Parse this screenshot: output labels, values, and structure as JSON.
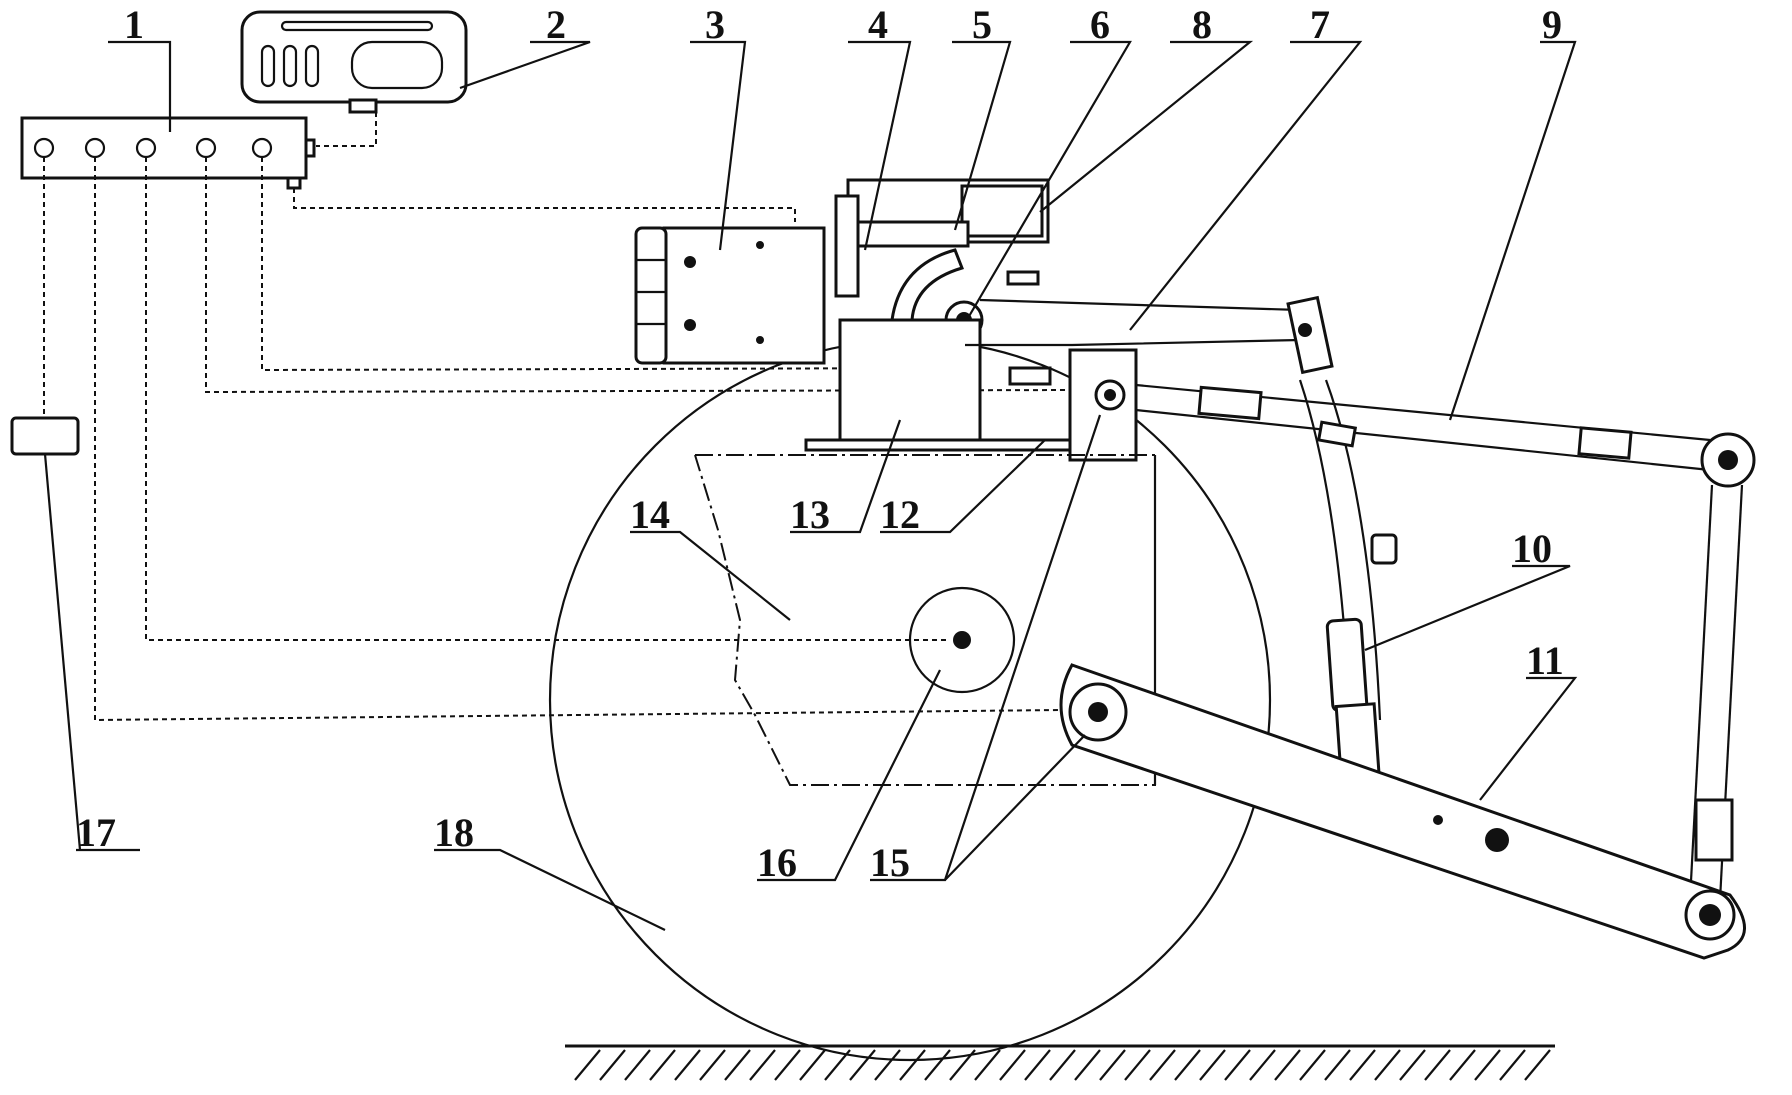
{
  "figure": {
    "background": "#ffffff",
    "ink": "#111111",
    "labels": {
      "l1": "1",
      "l2": "2",
      "l3": "3",
      "l4": "4",
      "l5": "5",
      "l6": "6",
      "l7": "7",
      "l8": "8",
      "l9": "9",
      "l10": "10",
      "l11": "11",
      "l12": "12",
      "l13": "13",
      "l14": "14",
      "l15": "15",
      "l16": "16",
      "l17": "17",
      "l18": "18"
    }
  }
}
